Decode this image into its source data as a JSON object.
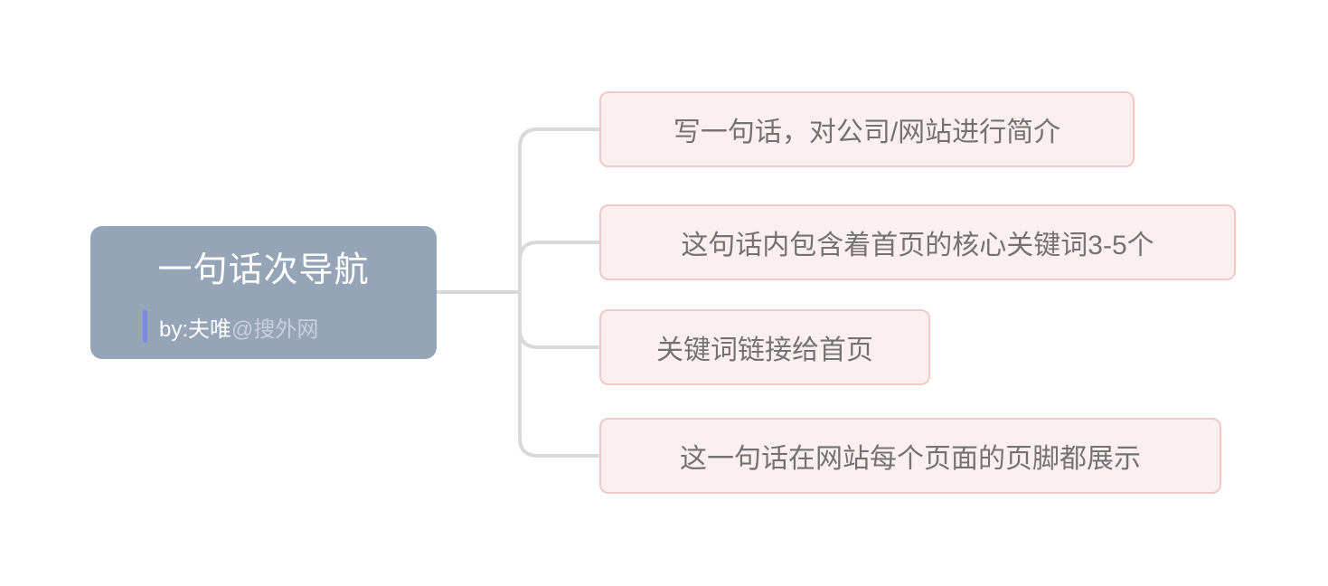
{
  "colors": {
    "canvas_bg": "#FFFFFF",
    "root_bg": "#96A4B8",
    "root_text": "#FFFFFF",
    "subtitle_accent_bar": "#7B88DF",
    "subtitle_main_text": "#FCFDFE",
    "subtitle_suffix_text": "#C7CFDC",
    "child_bg": "#FCEFEF",
    "child_border": "#F2C8C6",
    "child_text": "#737373",
    "connector": "#D9D9D9"
  },
  "root": {
    "title": "一句话次导航",
    "subtitle": "by:夫唯@搜外网",
    "subtitle_main": "by:夫唯",
    "subtitle_suffix": "@搜外网"
  },
  "children": [
    {
      "label": "写一句话，对公司/网站进行简介"
    },
    {
      "label": "这句话内包含着首页的核心关键词3-5个"
    },
    {
      "label": "关键词链接给首页"
    },
    {
      "label": "这一句话在网站每个页面的页脚都展示"
    }
  ]
}
